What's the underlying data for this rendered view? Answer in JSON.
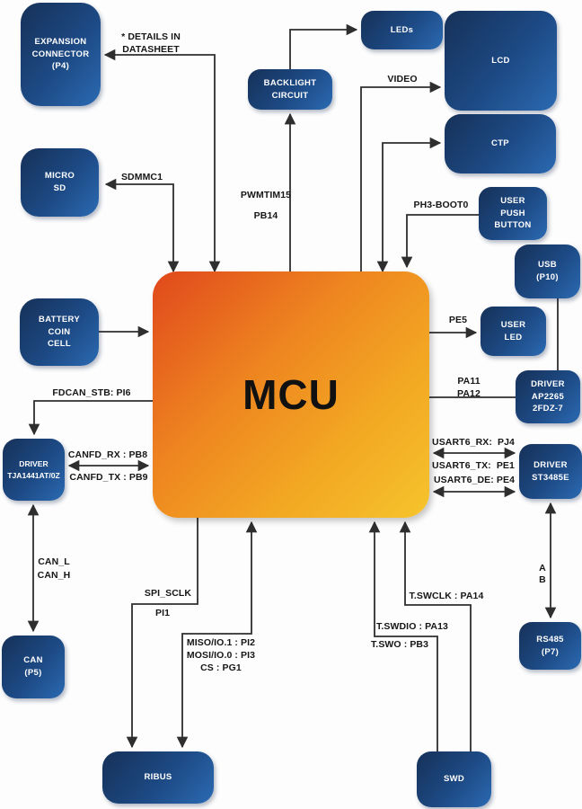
{
  "mcu": {
    "label": "MCU"
  },
  "blocks": {
    "expansion_connector": "EXPANSION\nCONNECTOR\n(P4)",
    "micro_sd": "MICRO\nSD",
    "battery": "BATTERY\nCOIN\nCELL",
    "can_driver": "DRIVER\nTJA1441AT/0Z",
    "can_connector": "CAN\n(P5)",
    "backlight": "BACKLIGHT\nCIRCUIT",
    "leds": "LEDs",
    "lcd": "LCD",
    "ctp": "CTP",
    "user_push_button": "USER\nPUSH\nBUTTON",
    "usb": "USB\n(P10)",
    "user_led": "USER\nLED",
    "usb_driver": "DRIVER\nAP2265\n2FDZ-7",
    "rs485_driver": "DRIVER\nST3485E",
    "rs485_connector": "RS485\n(P7)",
    "ribus": "RIBUS",
    "swd": "SWD"
  },
  "labels": {
    "details": "* DETAILS IN\nDATASHEET",
    "sdmmc1": "SDMMC1",
    "pwm": "PWMTIM15\nPB14",
    "video": "VIDEO",
    "ph3_boot0": "PH3-BOOT0",
    "pe5": "PE5",
    "pa11_pa12": "PA11\nPA12",
    "usart6_rx": "USART6_RX:  PJ4",
    "usart6_tx": "USART6_TX:  PE1",
    "usart6_de": "USART6_DE: PE4",
    "fdcan_stb": "FDCAN_STB: PI6",
    "canfd_rx": "CANFD_RX : PB8",
    "canfd_tx": "CANFD_TX : PB9",
    "can_lh": "CAN_L\nCAN_H",
    "ab": "A\nB",
    "spi_sclk": "SPI_SCLK",
    "spi_sclk_pin": "PI1",
    "spi_pins": "MISO/IO.1 : PI2\nMOSI/IO.0 : PI3\nCS : PG1",
    "t_swclk": "T.SWCLK : PA14",
    "t_swdio": "T.SWDIO : PA13",
    "t_swo": "T.SWO : PB3"
  },
  "colors": {
    "block_gradient_dark": "#163158",
    "block_gradient_light": "#2b6ab2",
    "mcu_gradient_start": "#e0481c",
    "mcu_gradient_end": "#f6c42c",
    "wire": "#2e2e2e",
    "label_text": "#161616"
  }
}
